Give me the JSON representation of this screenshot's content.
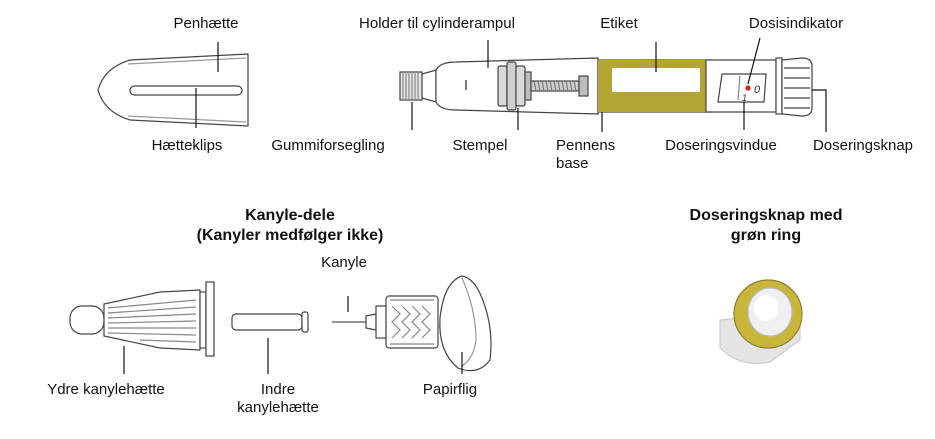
{
  "pen": {
    "labels": {
      "cap": "Penhætte",
      "cap_clip": "Hætteklips",
      "cartridge_holder": "Holder til cylinderampul",
      "rubber_seal": "Gummiforsegling",
      "plunger": "Stempel",
      "label": "Etiket",
      "pen_base_line1": "Pennens",
      "pen_base_line2": "base",
      "dose_indicator": "Dosisindikator",
      "dose_window": "Doseringsvindue",
      "dose_knob": "Doseringsknap"
    },
    "dose_window_digits": {
      "top": "0",
      "bottom": "1"
    },
    "colors": {
      "label_band": "#b5a535",
      "dose_indicator_dot": "#e0201c"
    }
  },
  "needle_parts": {
    "title_line1": "Kanyle-dele",
    "title_line2": "(Kanyler medfølger ikke)",
    "labels": {
      "needle": "Kanyle",
      "outer_cap": "Ydre kanylehætte",
      "inner_cap_line1": "Indre",
      "inner_cap_line2": "kanylehætte",
      "paper_tab": "Papirflig"
    }
  },
  "knob_green": {
    "title_line1": "Doseringsknap med",
    "title_line2": "grøn ring",
    "colors": {
      "ring": "#c8b63a"
    }
  }
}
